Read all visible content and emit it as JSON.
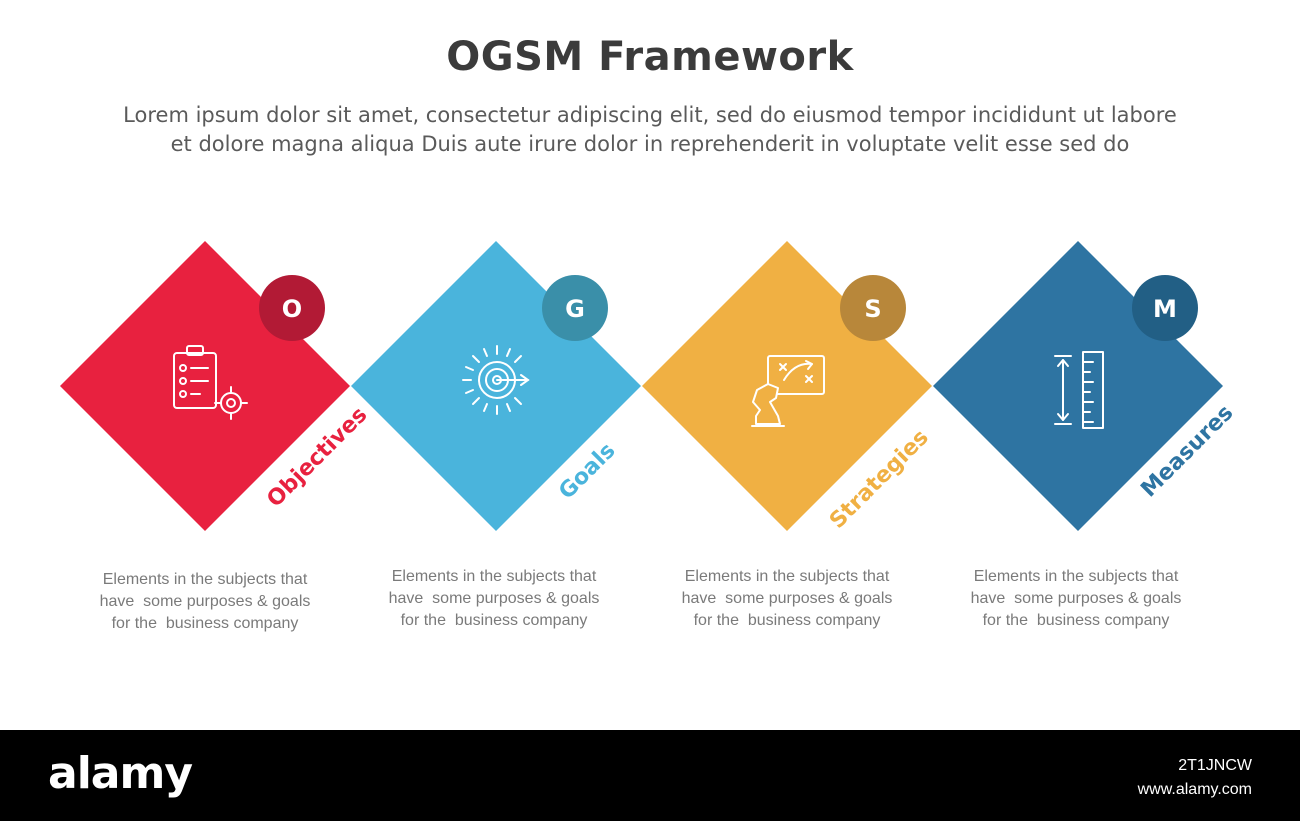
{
  "header": {
    "title": "OGSM Framework",
    "subtitle_lines": [
      "Lorem ipsum dolor sit amet, consectetur adipiscing elit, sed do eiusmod tempor incididunt ut labore",
      "et dolore magna aliqua Duis aute irure dolor in reprehenderit in voluptate velit esse sed do"
    ]
  },
  "steps": [
    {
      "letter": "O",
      "label": "Objectives",
      "color": "#e8213f",
      "badge_color": "#b21a35",
      "icon": "clipboard-target-icon",
      "description_lines": [
        "Elements in the subjects that",
        "have  some purposes & goals",
        "for the  business company"
      ]
    },
    {
      "letter": "G",
      "label": "Goals",
      "color": "#4ab4dc",
      "badge_color": "#3a8fa9",
      "icon": "target-arrow-icon",
      "description_lines": [
        "Elements in the subjects that",
        "have  some purposes & goals",
        "for the  business company"
      ]
    },
    {
      "letter": "S",
      "label": "Strategies",
      "color": "#f0b043",
      "badge_color": "#b8873a",
      "icon": "chess-strategy-board-icon",
      "description_lines": [
        "Elements in the subjects that",
        "have  some purposes & goals",
        "for the  business company"
      ]
    },
    {
      "letter": "M",
      "label": "Measures",
      "color": "#2e74a2",
      "badge_color": "#225f85",
      "icon": "ruler-measure-icon",
      "description_lines": [
        "Elements in the subjects that",
        "have  some purposes & goals",
        "for the  business company"
      ]
    }
  ],
  "footer": {
    "logo": "alamy",
    "image_code": "2T1JNCW",
    "site": "www.alamy.com"
  }
}
